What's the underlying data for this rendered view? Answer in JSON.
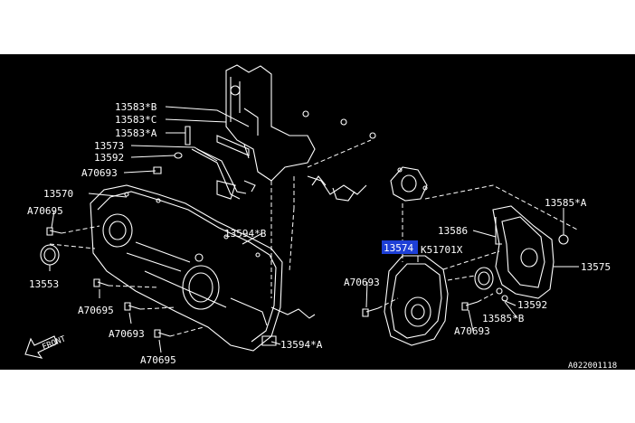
{
  "diagram": {
    "labels": {
      "l13583b": "13583*B",
      "l13583c": "13583*C",
      "l13583a": "13583*A",
      "l13573": "13573",
      "l13592a": "13592",
      "l70693a": "A70693",
      "l13570": "13570",
      "l70695a": "A70695",
      "l13594b": "13594*B",
      "l13553": "13553",
      "l70695b": "A70695",
      "l70693b": "A70693",
      "l70695c": "A70695",
      "l13594a": "13594*A",
      "front": "FRONT",
      "l13574": "13574",
      "lk51701x": "K51701X",
      "l13586": "13586",
      "l13585a": "13585*A",
      "l13575": "13575",
      "l70693c": "A70693",
      "l13592b": "13592",
      "l13585b": "13585*B",
      "l70693d": "A70693",
      "code": "A022001118"
    },
    "highlight_color": "#1d3fd6",
    "highlighted_label": "13574"
  }
}
